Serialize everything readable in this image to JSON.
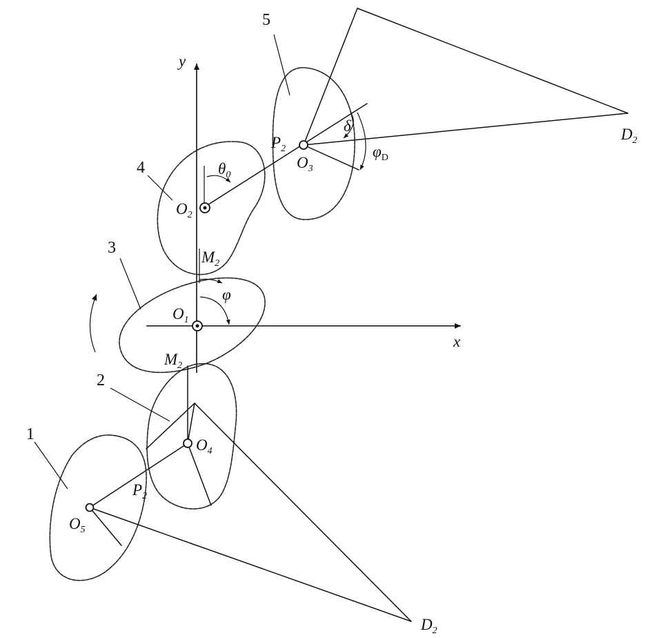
{
  "axes": {
    "x": "x",
    "y": "y"
  },
  "parts": [
    {
      "id": "1",
      "label": "1"
    },
    {
      "id": "2",
      "label": "2"
    },
    {
      "id": "3",
      "label": "3"
    },
    {
      "id": "4",
      "label": "4"
    },
    {
      "id": "5",
      "label": "5"
    }
  ],
  "points": {
    "O1": {
      "base": "O",
      "sub": "1"
    },
    "O2": {
      "base": "O",
      "sub": "2"
    },
    "O3": {
      "base": "O",
      "sub": "3"
    },
    "O4": {
      "base": "O",
      "sub": "4"
    },
    "O5": {
      "base": "O",
      "sub": "5"
    },
    "M2_top": {
      "base": "M",
      "sub": "2"
    },
    "M2_bottom": {
      "base": "M",
      "sub": "2"
    },
    "P2_top": {
      "base": "P",
      "sub": "2"
    },
    "P2_bottom": {
      "base": "P",
      "sub": "2"
    },
    "D2_top": {
      "base": "D",
      "sub": "2"
    },
    "D2_bottom": {
      "base": "D",
      "sub": "2"
    }
  },
  "angles": {
    "theta0": {
      "base": "θ",
      "sub": "0"
    },
    "phi": {
      "base": "φ",
      "sub": ""
    },
    "delta": {
      "base": "δ",
      "sub": ""
    },
    "phiD": {
      "base": "φ",
      "sub": "D"
    }
  }
}
